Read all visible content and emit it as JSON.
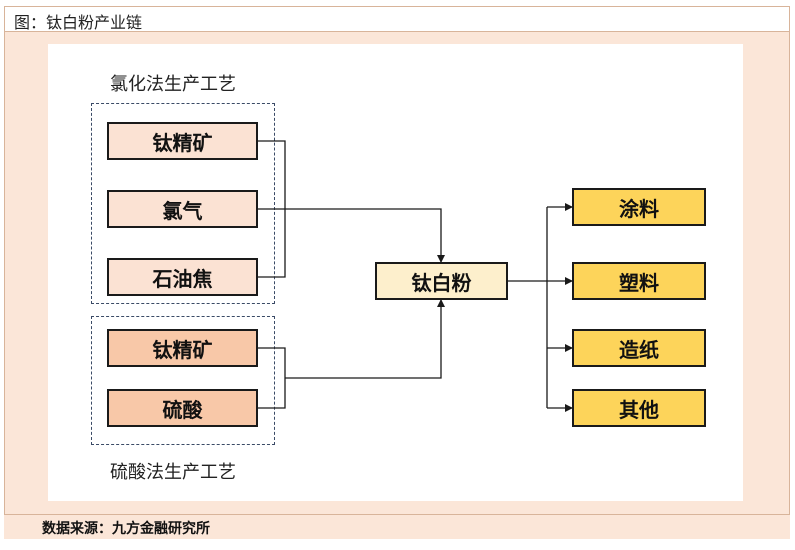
{
  "caption": "图：钛白粉产业链",
  "source": "数据来源：九方金融研究所",
  "groups": {
    "chloride": {
      "title": "氯化法生产工艺",
      "inputs": [
        "钛精矿",
        "氯气",
        "石油焦"
      ]
    },
    "sulfate": {
      "title": "硫酸法生产工艺",
      "inputs": [
        "钛精矿",
        "硫酸"
      ]
    }
  },
  "center": "钛白粉",
  "outputs": [
    "涂料",
    "塑料",
    "造纸",
    "其他"
  ],
  "colors": {
    "chloride_input": "#fbe2d3",
    "sulfate_input": "#f8c8a8",
    "center": "#fdefcc",
    "output": "#fdd45a",
    "frame": "#fbe6d8"
  }
}
